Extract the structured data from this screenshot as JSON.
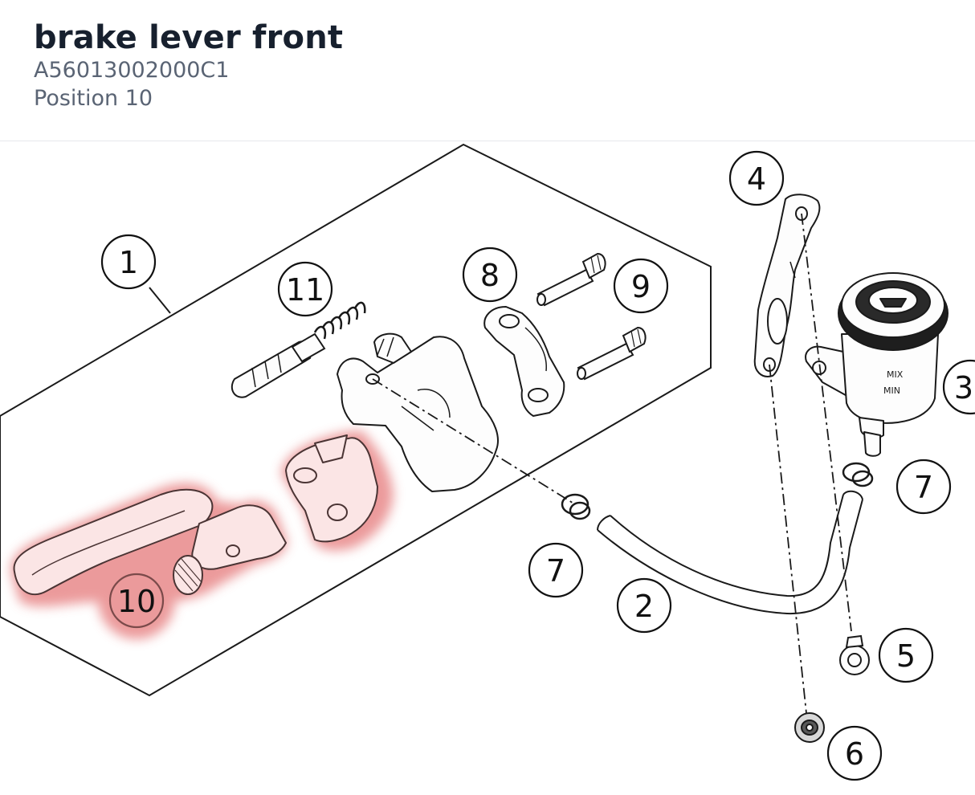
{
  "header": {
    "title": "brake lever front",
    "part_number": "A56013002000C1",
    "position": "Position 10"
  },
  "diagram": {
    "highlight_color": "#e8898a",
    "callouts": [
      {
        "id": "c1",
        "label": "1"
      },
      {
        "id": "c11",
        "label": "11"
      },
      {
        "id": "c8",
        "label": "8"
      },
      {
        "id": "c9",
        "label": "9"
      },
      {
        "id": "c4",
        "label": "4"
      },
      {
        "id": "c3",
        "label": "3"
      },
      {
        "id": "c7a",
        "label": "7"
      },
      {
        "id": "c7b",
        "label": "7"
      },
      {
        "id": "c2",
        "label": "2"
      },
      {
        "id": "c10",
        "label": "10"
      },
      {
        "id": "c5",
        "label": "5"
      },
      {
        "id": "c6",
        "label": "6"
      }
    ],
    "reservoir": {
      "mix_label": "MIX",
      "min_label": "MIN"
    }
  }
}
